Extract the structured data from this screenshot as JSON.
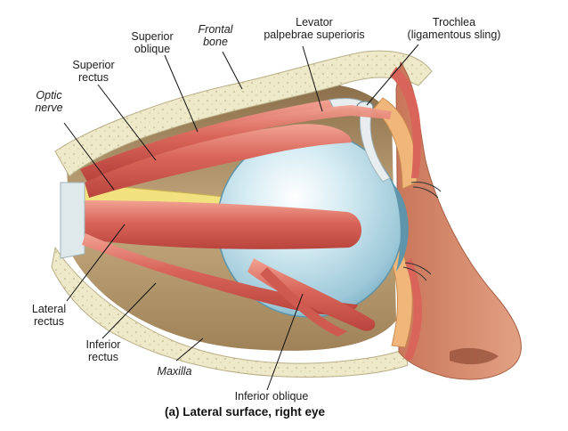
{
  "labels": {
    "superior_oblique": [
      "Superior",
      "oblique"
    ],
    "frontal_bone": [
      "Frontal",
      "bone"
    ],
    "levator": [
      "Levator",
      "palpebrae superioris"
    ],
    "trochlea": [
      "Trochlea",
      "(ligamentous sling)"
    ],
    "superior_rectus": [
      "Superior",
      "rectus"
    ],
    "optic_nerve": [
      "Optic",
      "nerve"
    ],
    "lateral_rectus": [
      "Lateral",
      "rectus"
    ],
    "inferior_rectus": [
      "Inferior",
      "rectus"
    ],
    "maxilla": "Maxilla",
    "inferior_oblique": "Inferior oblique"
  },
  "caption": "(a) Lateral surface, right eye",
  "colors": {
    "muscle": "#d9655a",
    "muscle_light": "#ef9c8f",
    "eyeball": "#b9dbe8",
    "bone": "#eee9c9",
    "skin": "#d98d6a",
    "orbit_cavity": "#bfa47a",
    "nerve": "#f2e27f"
  }
}
